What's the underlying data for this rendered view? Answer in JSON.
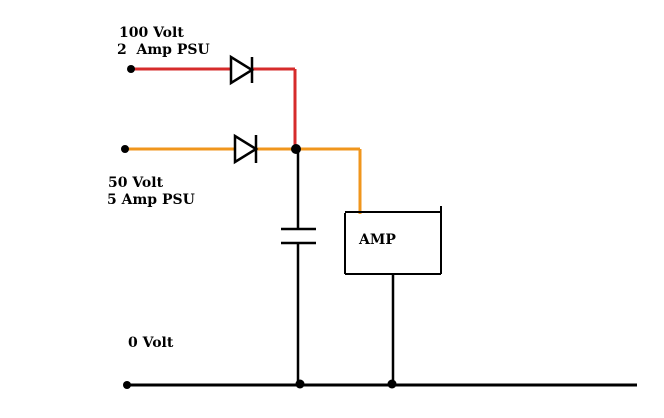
{
  "labels": {
    "psu_100_line1": "100 Volt",
    "psu_100_line2": "2  Amp PSU",
    "psu_50_line1": "50 Volt",
    "psu_50_line2": "5 Amp PSU",
    "amp": "AMP",
    "ground": "0 Volt"
  },
  "colors": {
    "wire_100v": "#d62b2b",
    "wire_50v": "#f0961c",
    "wire_ground": "#000000",
    "background": "#ffffff"
  }
}
